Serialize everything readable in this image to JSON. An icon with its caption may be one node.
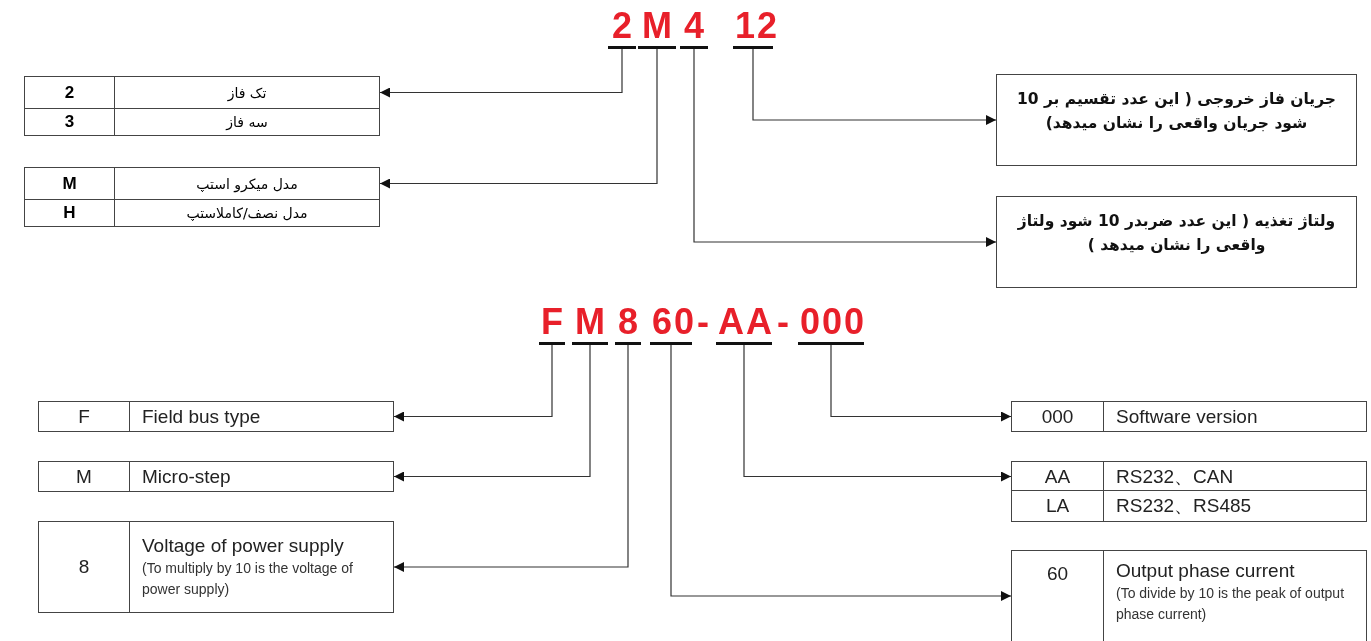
{
  "diagram": {
    "nodes": [
      {
        "text": [
          "2"
        ]
      },
      {
        "text": [
          "M"
        ]
      },
      {
        "text": [
          "4"
        ]
      },
      {
        "text": [
          "12"
        ]
      },
      {
        "text": [
          "2"
        ]
      },
      {
        "text": [
          "تک فاز"
        ]
      },
      {
        "text": [
          "3"
        ]
      },
      {
        "text": [
          "سه فاز"
        ]
      },
      {
        "text": [
          "M"
        ]
      },
      {
        "text": [
          "مدل میکرو استپ"
        ]
      },
      {
        "text": [
          "H"
        ]
      },
      {
        "text": [
          "مدل نصف/کاملاستپ"
        ]
      },
      {
        "text": [
          "جریان فاز خروجی ( این عدد تقسیم بر 10 شود جریان واقعی را نشان میدهد)"
        ]
      },
      {
        "text": [
          "ولتاژ تغذیه ( این عدد ضربدر 10 شود ولتاژ واقعی را نشان میدهد )"
        ]
      },
      {
        "text": [
          "F"
        ]
      },
      {
        "text": [
          "M"
        ]
      },
      {
        "text": [
          "8"
        ]
      },
      {
        "text": [
          "60"
        ]
      },
      {
        "text": [
          "AA"
        ]
      },
      {
        "text": [
          "000"
        ]
      },
      {
        "text": [
          "F"
        ]
      },
      {
        "text": [
          "Field bus type"
        ]
      },
      {
        "text": [
          "M"
        ]
      },
      {
        "text": [
          "Micro-step"
        ]
      },
      {
        "text": [
          "8"
        ]
      },
      {
        "text": [
          "Voltage of power supply",
          "(To multiply by 10 is the voltage of power supply)"
        ]
      },
      {
        "text": [
          "000"
        ]
      },
      {
        "text": [
          "Software version"
        ]
      },
      {
        "text": [
          "AA"
        ]
      },
      {
        "text": [
          "RS232、CAN"
        ]
      },
      {
        "text": [
          "LA"
        ]
      },
      {
        "text": [
          "RS232、RS485"
        ]
      },
      {
        "text": [
          "60"
        ]
      },
      {
        "text": [
          "Output phase current",
          "(To divide by 10 is the peak of output phase current)"
        ]
      }
    ],
    "edges": [
      {
        "from": 0,
        "to": 5,
        "arrow": "to"
      },
      {
        "from": 1,
        "to": 9,
        "arrow": "to"
      },
      {
        "from": 3,
        "to": 12,
        "arrow": "to"
      },
      {
        "from": 2,
        "to": 13,
        "arrow": "to"
      },
      {
        "from": 14,
        "to": 21,
        "arrow": "to"
      },
      {
        "from": 15,
        "to": 23,
        "arrow": "to"
      },
      {
        "from": 16,
        "to": 25,
        "arrow": "to"
      },
      {
        "from": 19,
        "to": 26,
        "arrow": "to"
      },
      {
        "from": 18,
        "to": 28,
        "arrow": "to"
      },
      {
        "from": 17,
        "to": 32,
        "arrow": "to"
      }
    ],
    "labels": [
      "-",
      "-"
    ]
  }
}
